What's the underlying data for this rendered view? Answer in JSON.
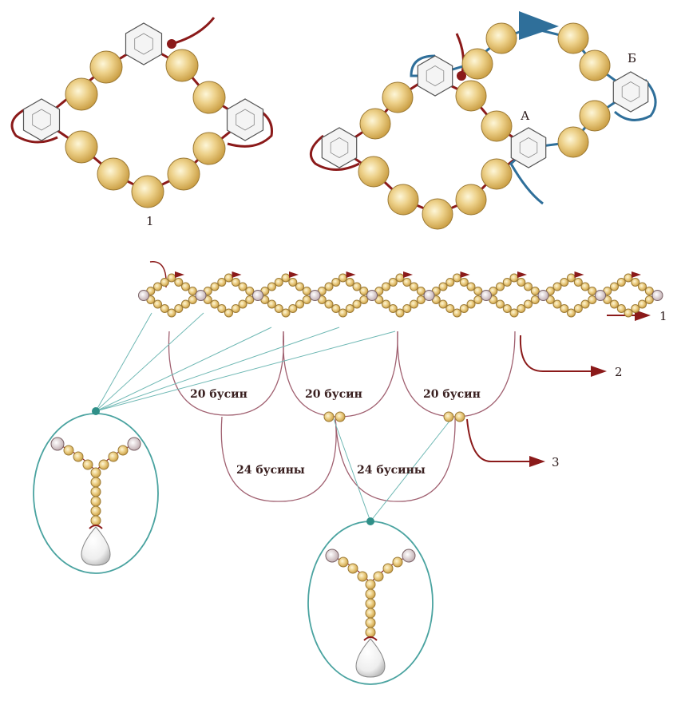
{
  "labels": {
    "fig1": "1",
    "point_a": "А",
    "point_b": "Б",
    "row1": "1",
    "row2": "2",
    "row3": "3",
    "loop20_1": "20 бусин",
    "loop20_2": "20 бусин",
    "loop20_3": "20 бусин",
    "loop24_1": "24 бусины",
    "loop24_2": "24 бусины"
  },
  "colors": {
    "bead_gold": "#e8c56a",
    "bead_gold_light": "#fbf0c8",
    "bead_outline": "#8a6a2a",
    "crystal": "#f2f2f2",
    "thread_red": "#8b1a1a",
    "thread_blue": "#2f6f9a",
    "thread_teal": "#4aa3a0",
    "arrow_red": "#8b1a1a",
    "pearl_pink": "#d8c7c9"
  }
}
